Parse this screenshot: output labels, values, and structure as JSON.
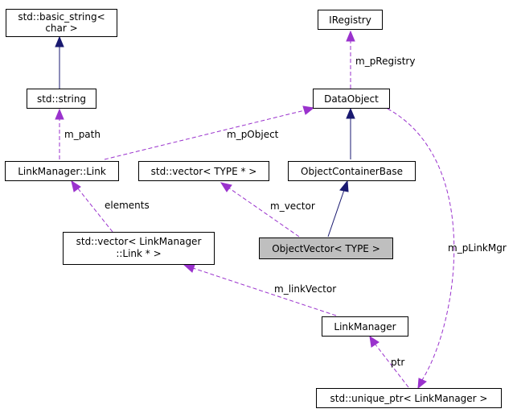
{
  "nodes": {
    "basic_string": {
      "lines": [
        "std::basic_string<",
        "char >"
      ]
    },
    "iregistry": {
      "lines": [
        "IRegistry"
      ]
    },
    "string": {
      "lines": [
        "std::string"
      ]
    },
    "dataobject": {
      "lines": [
        "DataObject"
      ]
    },
    "link": {
      "lines": [
        "LinkManager::Link"
      ]
    },
    "vector_type": {
      "lines": [
        "std::vector< TYPE * >"
      ]
    },
    "ocb": {
      "lines": [
        "ObjectContainerBase"
      ]
    },
    "vector_link": {
      "lines": [
        "std::vector< LinkManager",
        "::Link * >"
      ]
    },
    "objectvector": {
      "lines": [
        "ObjectVector< TYPE >"
      ]
    },
    "linkmanager": {
      "lines": [
        "LinkManager"
      ]
    },
    "unique_ptr": {
      "lines": [
        "std::unique_ptr< LinkManager >"
      ]
    }
  },
  "edges": {
    "m_pRegistry": "m_pRegistry",
    "m_path": "m_path",
    "m_pObject": "m_pObject",
    "elements": "elements",
    "m_vector": "m_vector",
    "m_linkVector": "m_linkVector",
    "m_pLinkMgr": "m_pLinkMgr",
    "ptr": "ptr"
  },
  "colors": {
    "inheritance": "#191970",
    "usage": "#9a32cd",
    "highlight_fill": "#bfbfbf"
  }
}
